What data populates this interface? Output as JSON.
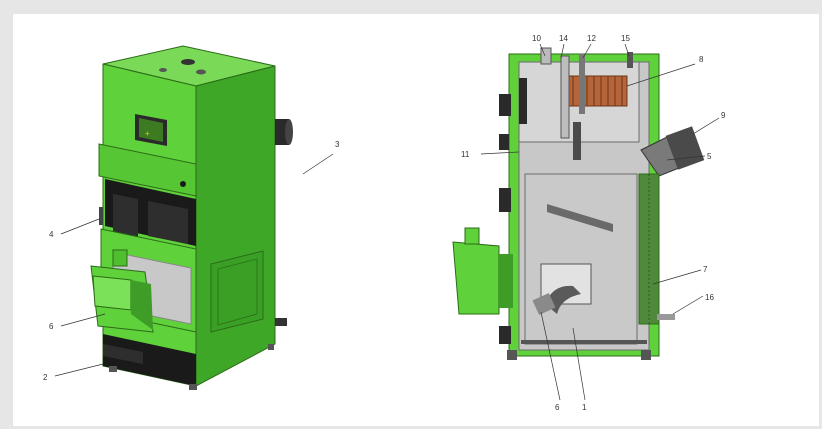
{
  "labels": {
    "left": {
      "l3": "3",
      "l4": "4",
      "l6": "6",
      "l2": "2"
    },
    "right": {
      "l10": "10",
      "l14": "14",
      "l12": "12",
      "l15": "15",
      "l8": "8",
      "l9": "9",
      "l11": "11",
      "l5": "5",
      "l7": "7",
      "l16": "16",
      "l6b": "6",
      "l1": "1"
    }
  },
  "control_panel_symbol": "+",
  "colors": {
    "green": "#5fd13b",
    "green_dark": "#3e9d26",
    "black": "#1a1a1a",
    "grey": "#c8c8c8",
    "copper": "#b5653a"
  }
}
